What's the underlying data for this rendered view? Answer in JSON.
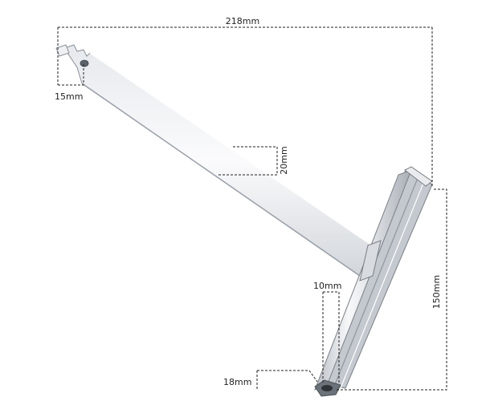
{
  "diagram": {
    "dimensions": {
      "overall_length": "218mm",
      "hole_offset": "15mm",
      "strap_width": "20mm",
      "clip_height": "150mm",
      "clip_depth": "10mm",
      "clip_width": "18mm"
    },
    "colors": {
      "dimension_line": "#222222",
      "metal_light": "#f3f4f6",
      "metal_mid": "#cfd3d9",
      "metal_dark": "#8f959d",
      "outline": "#7a7f86"
    }
  }
}
